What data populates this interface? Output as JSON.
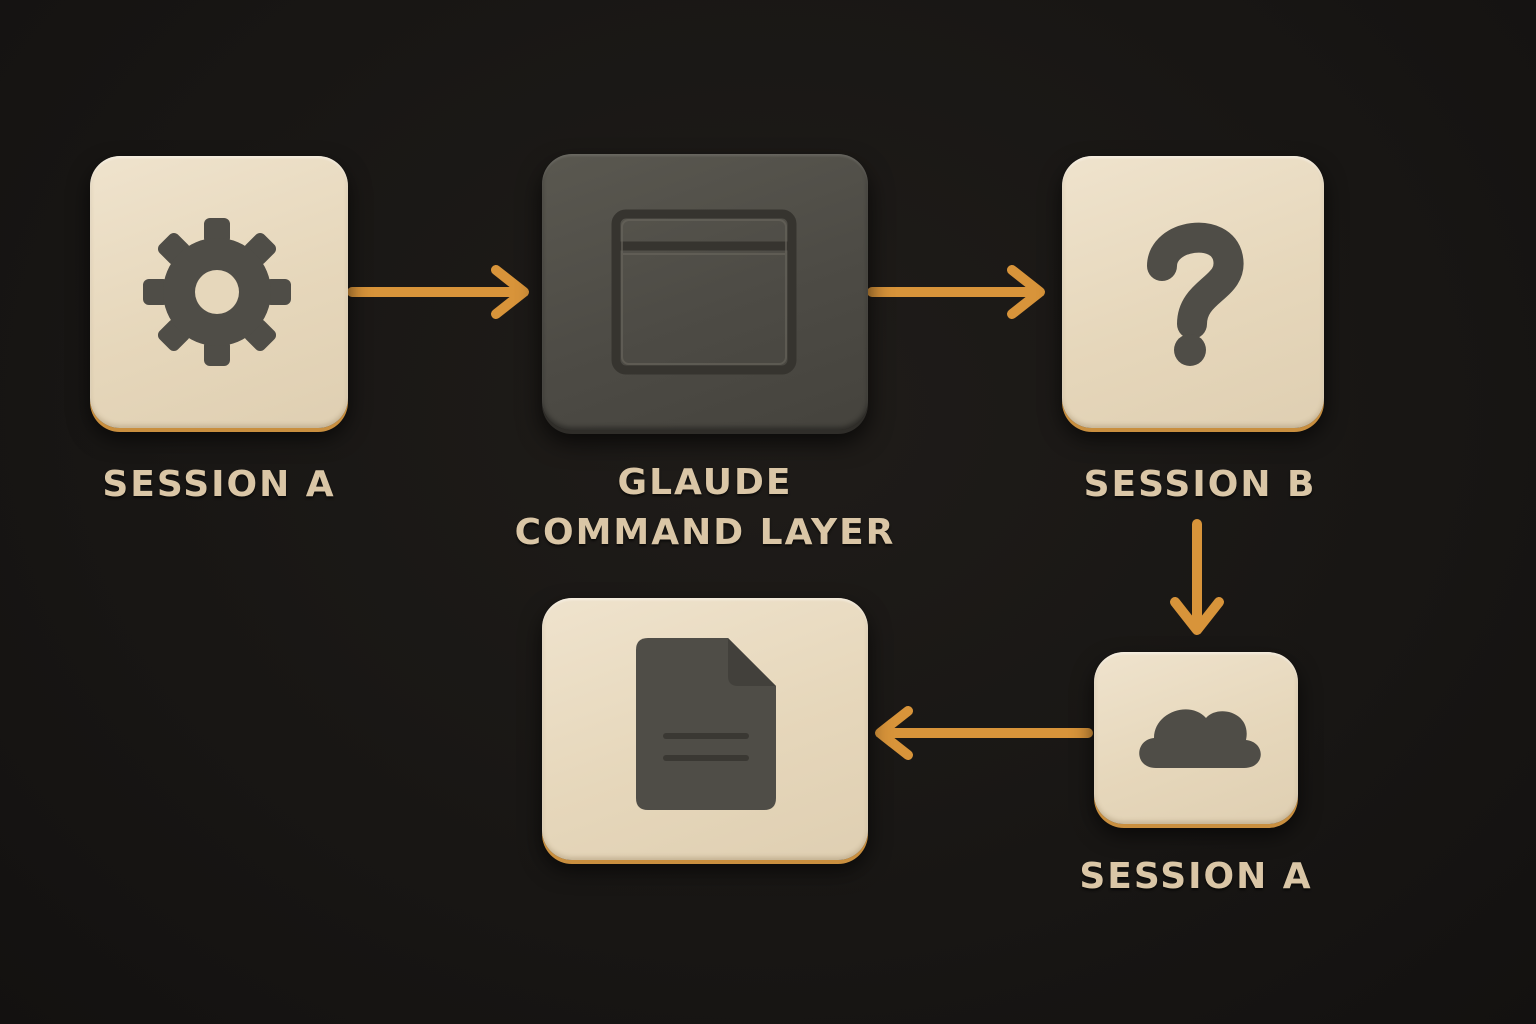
{
  "nodes": [
    {
      "id": "session-a-1",
      "label_lines": [
        "SESSION A"
      ],
      "icon": "gear-icon",
      "style": "light"
    },
    {
      "id": "command-layer",
      "label_lines": [
        "GLAUDE",
        "COMMAND LAYER"
      ],
      "icon": "window-icon",
      "style": "dark"
    },
    {
      "id": "session-b",
      "label_lines": [
        "SESSION B"
      ],
      "icon": "question-mark-icon",
      "style": "light"
    },
    {
      "id": "session-a-2",
      "label_lines": [
        "SESSION A"
      ],
      "icon": "cloud-icon",
      "style": "light"
    },
    {
      "id": "document",
      "label_lines": [],
      "icon": "document-icon",
      "style": "light"
    }
  ],
  "edges": [
    {
      "from": "session-a-1",
      "to": "command-layer"
    },
    {
      "from": "command-layer",
      "to": "session-b"
    },
    {
      "from": "session-b",
      "to": "session-a-2"
    },
    {
      "from": "session-a-2",
      "to": "document"
    }
  ],
  "colors": {
    "background": "#181614",
    "tile_light": "#e8d9be",
    "tile_dark": "#4f4d47",
    "icon": "#4f4d47",
    "arrow": "#d8943a",
    "label": "#dac6a6"
  }
}
